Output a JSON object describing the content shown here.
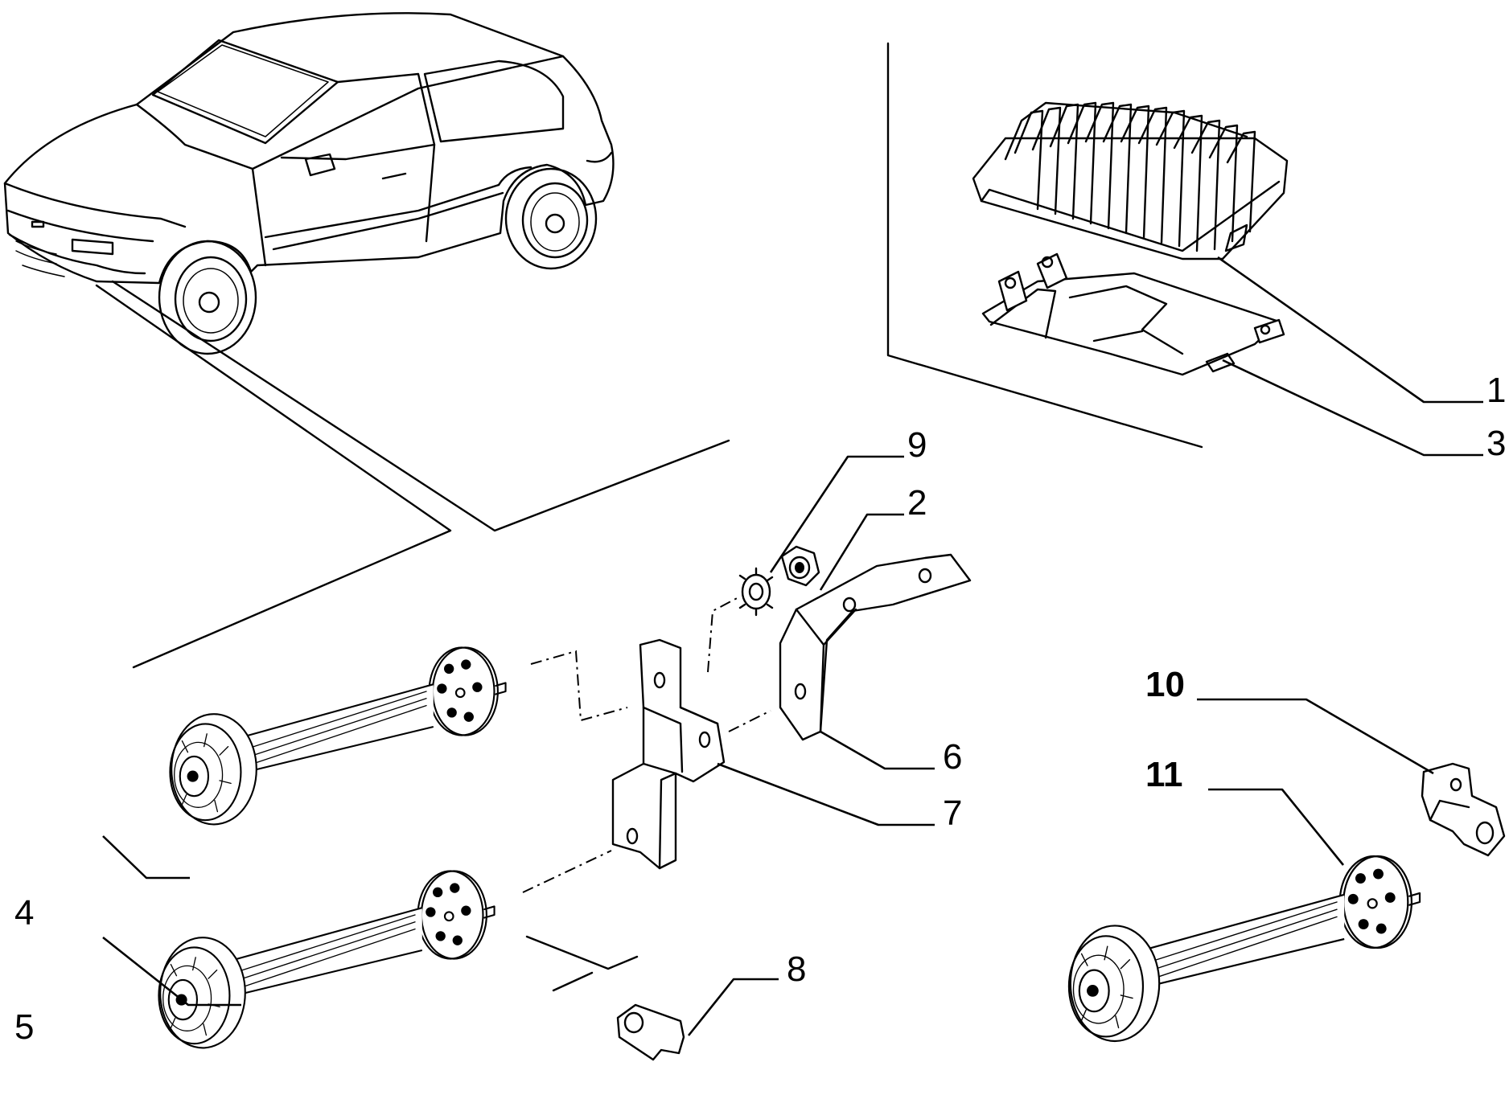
{
  "diagram": {
    "parts": [
      {
        "id": "1",
        "label": "1",
        "name": "horn-control-unit"
      },
      {
        "id": "2",
        "label": "2",
        "name": "nut"
      },
      {
        "id": "3",
        "label": "3",
        "name": "control-unit-bracket"
      },
      {
        "id": "4",
        "label": "4",
        "name": "horn-high-tone"
      },
      {
        "id": "5",
        "label": "5",
        "name": "horn-low-tone"
      },
      {
        "id": "6",
        "label": "6",
        "name": "horn-support-bracket"
      },
      {
        "id": "7",
        "label": "7",
        "name": "horn-mounting-bracket"
      },
      {
        "id": "8",
        "label": "8",
        "name": "terminal-clip"
      },
      {
        "id": "9",
        "label": "9",
        "name": "lock-washer"
      },
      {
        "id": "10",
        "label": "10",
        "name": "single-horn-bracket"
      },
      {
        "id": "11",
        "label": "11",
        "name": "single-horn"
      }
    ]
  }
}
